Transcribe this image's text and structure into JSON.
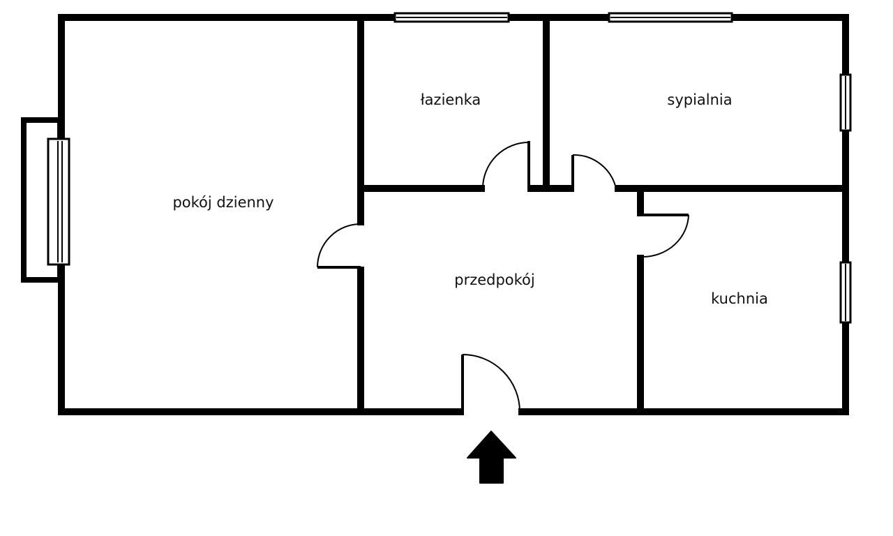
{
  "plan": {
    "rooms": [
      {
        "id": "living",
        "label": "pokój dzienny"
      },
      {
        "id": "bathroom",
        "label": "łazienka"
      },
      {
        "id": "bedroom",
        "label": "sypialnia"
      },
      {
        "id": "hallway",
        "label": "przedpokój"
      },
      {
        "id": "kitchen",
        "label": "kuchnia"
      }
    ],
    "entrance_icon": "arrow-up-icon",
    "wall_color": "#000000",
    "background": "#ffffff"
  }
}
